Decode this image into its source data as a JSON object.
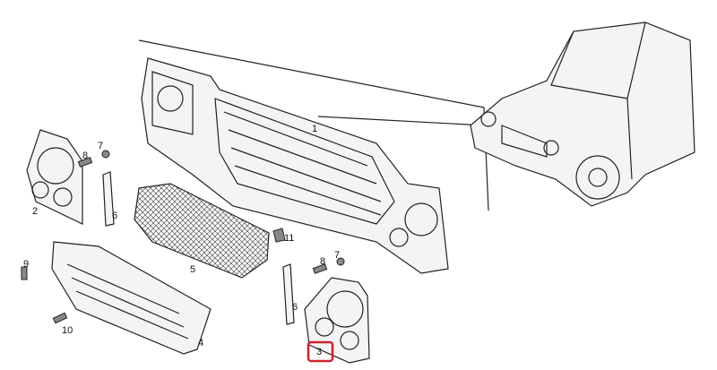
{
  "diagram": {
    "callouts": {
      "grille_frame": "1",
      "left_headlamp_bezel": "2",
      "right_headlamp_bezel": "3",
      "lower_grille": "4",
      "mesh_insert": "5",
      "left_bracket": "6",
      "right_bracket": "6",
      "left_nut": "7",
      "right_nut": "7",
      "left_bolt": "8",
      "right_bolt": "8",
      "bolt_9": "9",
      "bolt_10": "10",
      "clip": "11"
    },
    "highlight_color": "#d0202a"
  }
}
